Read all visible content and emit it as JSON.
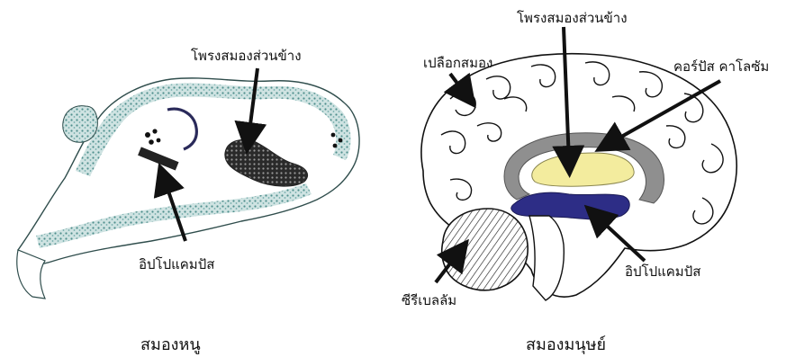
{
  "rat_brain": {
    "caption": "สมองหนู",
    "labels": {
      "ventricle": "โพรงสมองส่วนข้าง",
      "hippocampus": "อิปโปแคมปัส"
    }
  },
  "human_brain": {
    "caption": "สมองมนุษย์",
    "labels": {
      "cortex": "เปลือกสมอง",
      "ventricle": "โพรงสมองส่วนข้าง",
      "corpus_callosum": "คอร์ปัส คาโลซัม",
      "hippocampus": "อิปโปแคมปัส",
      "cerebellum": "ซีรีเบลลัม"
    }
  },
  "colors": {
    "rat_outline_stipple": "#5b9a98",
    "human_ventricle": "#f3ec9e",
    "human_hippocampus": "#2d2d86",
    "corpus_callosum": "#8f8f8f"
  }
}
